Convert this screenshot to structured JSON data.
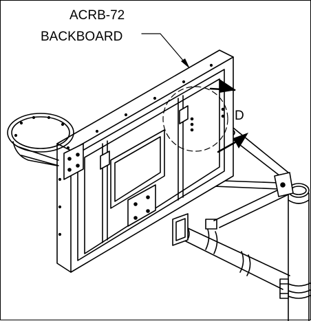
{
  "diagram": {
    "label_model": "ACRB-72",
    "label_part": "BACKBOARD",
    "callout_letter": "D"
  }
}
